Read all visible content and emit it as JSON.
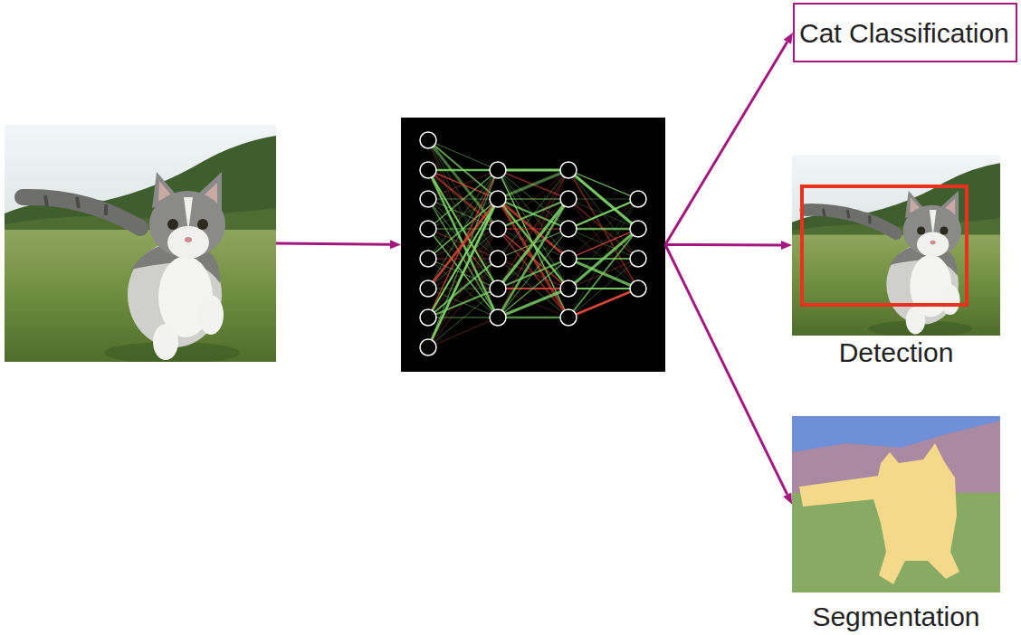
{
  "diagram": {
    "nodes": [
      {
        "text": []
      },
      {
        "text": []
      },
      {
        "text": [
          "Cat Classification"
        ]
      },
      {
        "text": [
          "Detection"
        ]
      },
      {
        "text": [
          "Segmentation"
        ]
      }
    ],
    "edges": [
      {
        "from": 0,
        "to": 1,
        "arrow": "to"
      },
      {
        "from": 1,
        "to": 2,
        "arrow": "to"
      },
      {
        "from": 1,
        "to": 3,
        "arrow": "to"
      },
      {
        "from": 1,
        "to": 4,
        "arrow": "to"
      }
    ]
  }
}
